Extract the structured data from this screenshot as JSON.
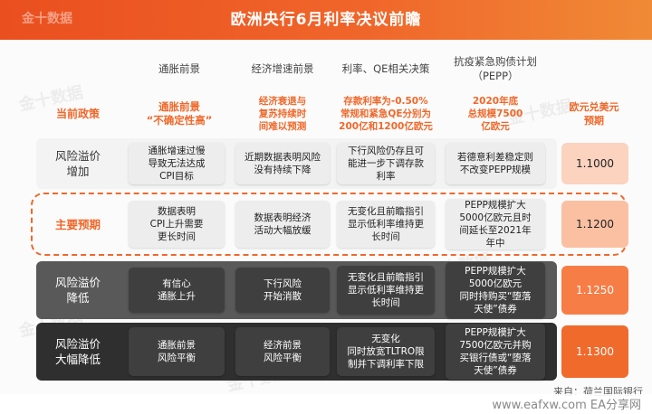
{
  "chart_data": {
    "type": "table",
    "title": "欧洲央行6月利率决议前瞻",
    "columns": [
      "通胀前景",
      "经济增速前景",
      "利率、QE相关决策",
      "抗疫紧急购债计划（PEPP）",
      "欧元兑美元预期"
    ],
    "current_policy": {
      "label": "当前政策",
      "values": [
        "通胀前景\n“不确定性高”",
        "经济衰退与\n复苏持续时\n间难以预测",
        "存款利率为-0.50%\n常规和紧急QE分别为\n200亿和1200亿欧元",
        "2020年底\n总规模7500\n亿欧元"
      ],
      "eur_header": "欧元兑美元\n预期"
    },
    "rows": [
      {
        "label": "风险溢价\n增加",
        "cells": [
          "通胀增速过慢\n导致无法达成\nCPI目标",
          "近期数据表明风险\n没有持续下降",
          "下行风险仍存且可\n能进一步下调存款\n利率",
          "若德意利差稳定则\n不改变PEPP规模"
        ],
        "eur": "1.1000"
      },
      {
        "label": "主要预期",
        "cells": [
          "数据表明\nCPI上升需要\n更长时间",
          "数据表明经济\n活动大幅放缓",
          "无变化且前瞻指引\n显示低利率维持更\n长时间",
          "PEPP规模扩大\n5000亿欧元且时\n间延长至2021年\n年中"
        ],
        "eur": "1.1200"
      },
      {
        "label": "风险溢价\n降低",
        "cells": [
          "有信心\n通胀上升",
          "下行风险\n开始消散",
          "无变化且前瞻指引\n显示低利率维持更\n长时间",
          "PEPP规模扩大\n5000亿欧元\n同时持购买“堕落\n天使”债券"
        ],
        "eur": "1.1250"
      },
      {
        "label": "风险溢价\n大幅降低",
        "cells": [
          "通胀前景\n风险平衡",
          "经济前景\n风险平衡",
          "无变化\n同时放宽TLTRO限\n制并下调利率下限",
          "PEPP规模扩大\n7500亿欧元并购\n买银行债或“堕落\n天使”债券"
        ],
        "eur": "1.1300"
      }
    ],
    "source": "来自：荷兰国际银行"
  },
  "watermark": "金十数据",
  "footer": "www.eafxw.com  EA分享网",
  "colors": {
    "accent": "#f0682a",
    "eur": [
      "#fbd3bf",
      "#fbc0a2",
      "#f77d46",
      "#f06a2c"
    ]
  }
}
